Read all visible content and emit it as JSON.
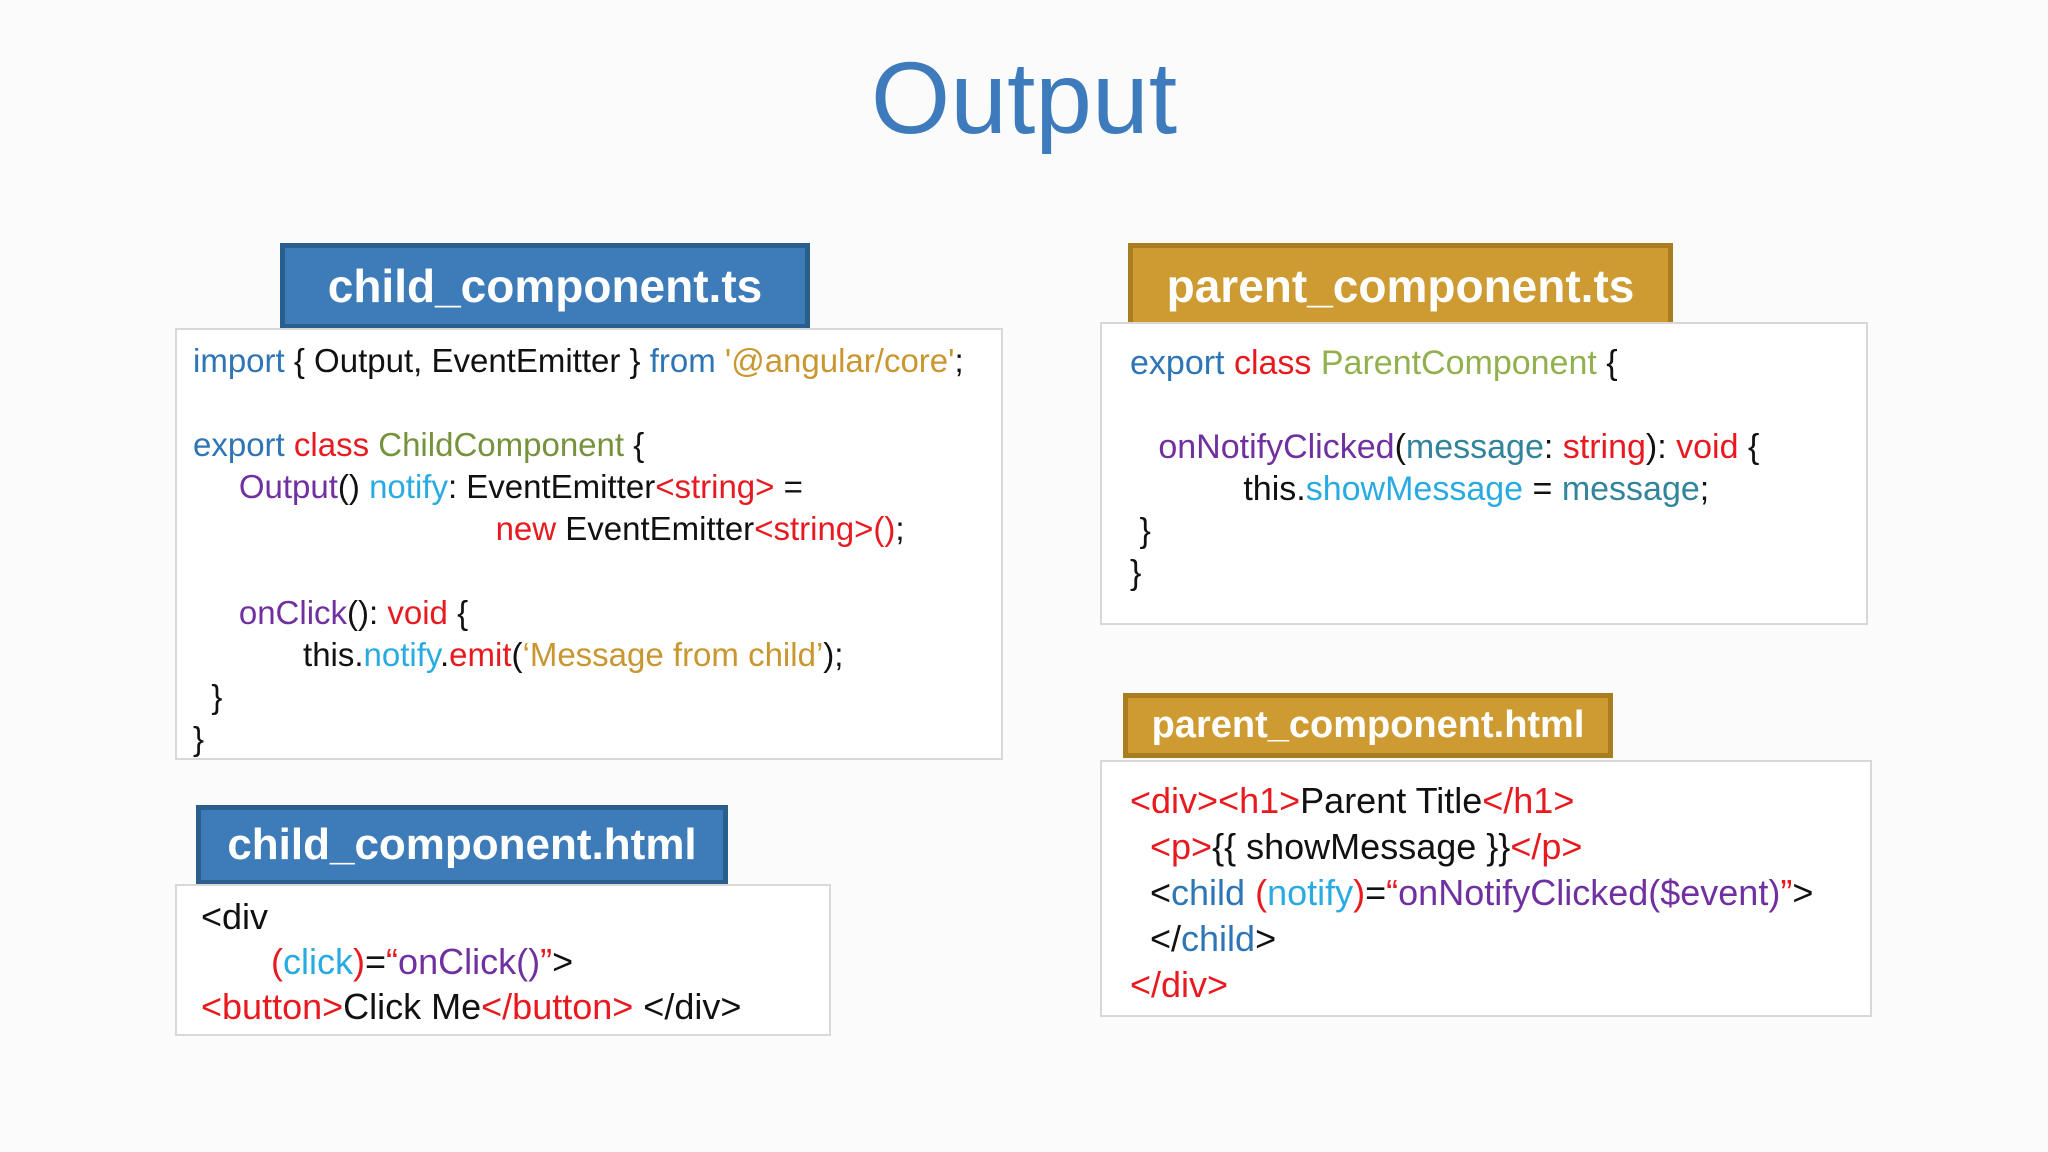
{
  "slide": {
    "title": "Output"
  },
  "colors": {
    "title": "#3d7bbd",
    "blue_header_bg": "#3d7cb9",
    "blue_header_border": "#2a5e8c",
    "gold_header_bg": "#ce9a32",
    "gold_header_border": "#a87c1f",
    "code_box_bg": "#ffffff",
    "code_box_border": "#d8d8d8",
    "kw": "#2e75b6",
    "red": "#e8191f",
    "olive": "#76923c",
    "green": "#92b14e",
    "purple": "#7030a0",
    "cyan": "#29abe2",
    "teal": "#31849b",
    "str": "#c9962f",
    "ink": "#111111"
  },
  "panels": [
    {
      "id": "child-ts",
      "title": "child_component.ts",
      "theme": "blue",
      "code": [
        [
          {
            "t": "import ",
            "c": "kw"
          },
          {
            "t": "{ Output, EventEmitter } ",
            "c": "ink"
          },
          {
            "t": "from ",
            "c": "kw"
          },
          {
            "t": "'@angular/core'",
            "c": "str"
          },
          {
            "t": ";",
            "c": "ink"
          }
        ],
        [],
        [
          {
            "t": "export ",
            "c": "kw"
          },
          {
            "t": "class ",
            "c": "red"
          },
          {
            "t": "ChildComponent ",
            "c": "olive"
          },
          {
            "t": "{",
            "c": "ink"
          }
        ],
        [
          {
            "t": "     ",
            "c": "ink"
          },
          {
            "t": "Output",
            "c": "purple"
          },
          {
            "t": "() ",
            "c": "ink"
          },
          {
            "t": "notify",
            "c": "cyan"
          },
          {
            "t": ": EventEmitter",
            "c": "ink"
          },
          {
            "t": "<string>",
            "c": "red"
          },
          {
            "t": " =",
            "c": "ink"
          }
        ],
        [
          {
            "t": "                                 ",
            "c": "ink"
          },
          {
            "t": "new",
            "c": "red"
          },
          {
            "t": " EventEmitter",
            "c": "ink"
          },
          {
            "t": "<string>()",
            "c": "red"
          },
          {
            "t": ";",
            "c": "ink"
          }
        ],
        [],
        [
          {
            "t": "     ",
            "c": "ink"
          },
          {
            "t": "onClick",
            "c": "purple"
          },
          {
            "t": "(): ",
            "c": "ink"
          },
          {
            "t": "void ",
            "c": "red"
          },
          {
            "t": "{",
            "c": "ink"
          }
        ],
        [
          {
            "t": "            this.",
            "c": "ink"
          },
          {
            "t": "notify",
            "c": "cyan"
          },
          {
            "t": ".",
            "c": "ink"
          },
          {
            "t": "emit",
            "c": "red"
          },
          {
            "t": "(",
            "c": "ink"
          },
          {
            "t": "‘Message from child’",
            "c": "str"
          },
          {
            "t": ");",
            "c": "ink"
          }
        ],
        [
          {
            "t": "  }",
            "c": "ink"
          }
        ],
        [
          {
            "t": "}",
            "c": "ink"
          }
        ]
      ]
    },
    {
      "id": "child-html",
      "title": "child_component.html",
      "theme": "blue",
      "code": [
        [
          {
            "t": "<div",
            "c": "ink"
          }
        ],
        [
          {
            "t": "       ",
            "c": "ink"
          },
          {
            "t": "(",
            "c": "red"
          },
          {
            "t": "click",
            "c": "cyan"
          },
          {
            "t": ")",
            "c": "red"
          },
          {
            "t": "=",
            "c": "ink"
          },
          {
            "t": "“",
            "c": "red"
          },
          {
            "t": "onClick()",
            "c": "purple"
          },
          {
            "t": "”",
            "c": "red"
          },
          {
            "t": ">",
            "c": "ink"
          }
        ],
        [
          {
            "t": "<button>",
            "c": "red"
          },
          {
            "t": "Click Me",
            "c": "ink"
          },
          {
            "t": "</button>",
            "c": "red"
          },
          {
            "t": " </div>",
            "c": "ink"
          }
        ]
      ]
    },
    {
      "id": "parent-ts",
      "title": "parent_component.ts",
      "theme": "gold",
      "code": [
        [
          {
            "t": "export ",
            "c": "kw"
          },
          {
            "t": "class ",
            "c": "red"
          },
          {
            "t": "ParentComponent ",
            "c": "green"
          },
          {
            "t": "{",
            "c": "ink"
          }
        ],
        [],
        [
          {
            "t": "   ",
            "c": "ink"
          },
          {
            "t": "onNotifyClicked",
            "c": "purple"
          },
          {
            "t": "(",
            "c": "ink"
          },
          {
            "t": "message",
            "c": "teal"
          },
          {
            "t": ": ",
            "c": "ink"
          },
          {
            "t": "string",
            "c": "red"
          },
          {
            "t": "): ",
            "c": "ink"
          },
          {
            "t": "void ",
            "c": "red"
          },
          {
            "t": "{",
            "c": "ink"
          }
        ],
        [
          {
            "t": "            this.",
            "c": "ink"
          },
          {
            "t": "showMessage",
            "c": "cyan"
          },
          {
            "t": " = ",
            "c": "ink"
          },
          {
            "t": "message",
            "c": "teal"
          },
          {
            "t": ";",
            "c": "ink"
          }
        ],
        [
          {
            "t": " }",
            "c": "ink"
          }
        ],
        [
          {
            "t": "}",
            "c": "ink"
          }
        ]
      ]
    },
    {
      "id": "parent-html",
      "title": "parent_component.html",
      "theme": "gold",
      "code": [
        [
          {
            "t": "<div><h1>",
            "c": "red"
          },
          {
            "t": "Parent Title",
            "c": "ink"
          },
          {
            "t": "</h1>",
            "c": "red"
          }
        ],
        [
          {
            "t": "  ",
            "c": "ink"
          },
          {
            "t": "<p>",
            "c": "red"
          },
          {
            "t": "{{ showMessage }}",
            "c": "ink"
          },
          {
            "t": "</p>",
            "c": "red"
          }
        ],
        [
          {
            "t": "  <",
            "c": "ink"
          },
          {
            "t": "child ",
            "c": "kw"
          },
          {
            "t": "(",
            "c": "red"
          },
          {
            "t": "notify",
            "c": "cyan"
          },
          {
            "t": ")",
            "c": "red"
          },
          {
            "t": "=",
            "c": "ink"
          },
          {
            "t": "“",
            "c": "red"
          },
          {
            "t": "onNotifyClicked($event)",
            "c": "purple"
          },
          {
            "t": "”",
            "c": "red"
          },
          {
            "t": ">",
            "c": "ink"
          }
        ],
        [
          {
            "t": "  </",
            "c": "ink"
          },
          {
            "t": "child",
            "c": "kw"
          },
          {
            "t": ">",
            "c": "ink"
          }
        ],
        [
          {
            "t": "</div>",
            "c": "red"
          }
        ]
      ]
    }
  ]
}
